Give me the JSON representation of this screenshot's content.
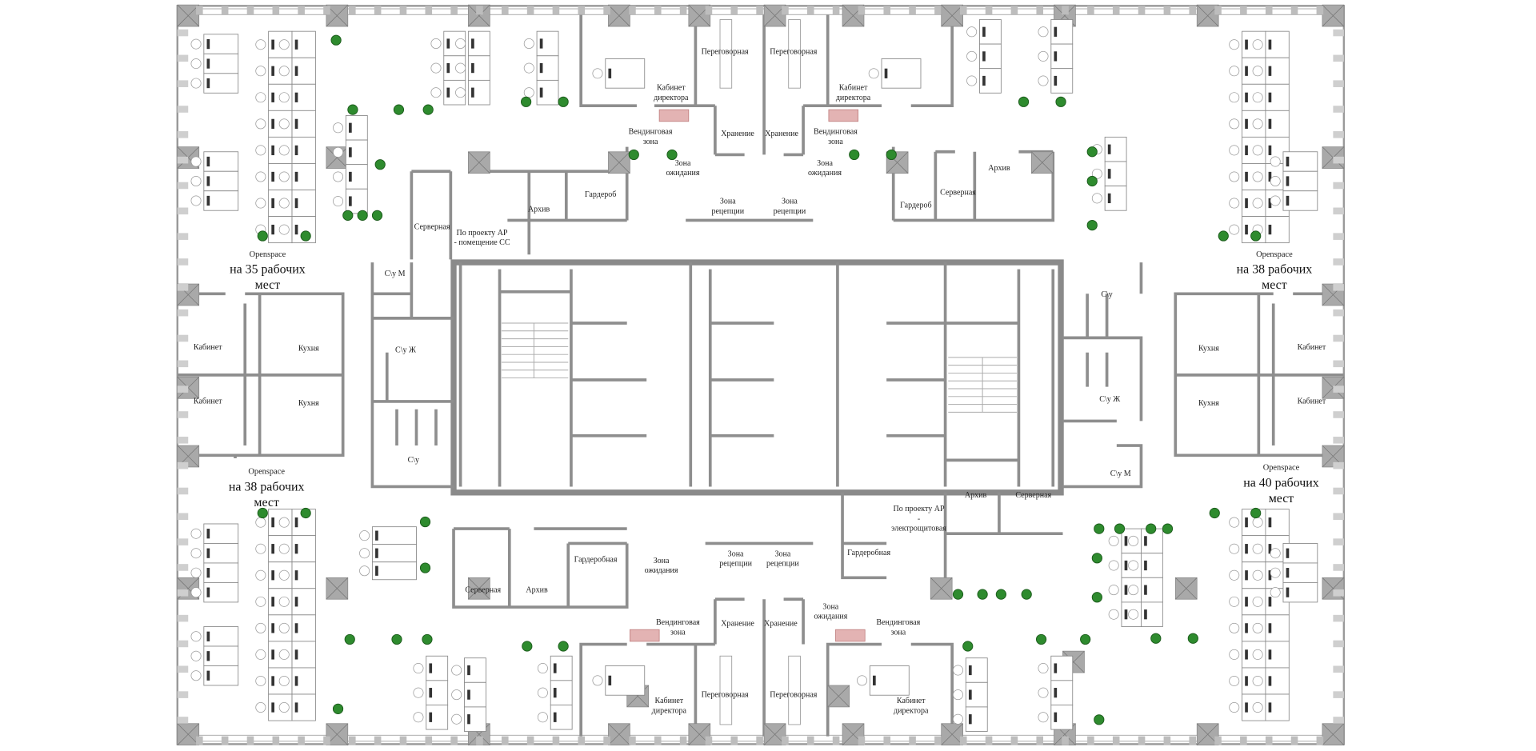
{
  "rooms": [
    [
      "Переговорная"
    ],
    [
      "Переговорная"
    ],
    [
      "Кабинет",
      "директора"
    ],
    [
      "Кабинет",
      "директора"
    ],
    [
      "Вендинговая",
      "зона"
    ],
    [
      "Вендинговая",
      "зона"
    ],
    [
      "Хранение"
    ],
    [
      "Хранение"
    ],
    [
      "Зона",
      "ожидания"
    ],
    [
      "Зона",
      "ожидания"
    ],
    [
      "Зона",
      "рецепции"
    ],
    [
      "Зона",
      "рецепции"
    ],
    [
      "Гардероб"
    ],
    [
      "Гардероб"
    ],
    [
      "Архив"
    ],
    [
      "Архив"
    ],
    [
      "Серверная"
    ],
    [
      "Серверная"
    ],
    [
      "По проекту АР",
      "- помещение СС"
    ],
    [
      "С\\у М"
    ],
    [
      "С\\у Ж"
    ],
    [
      "С\\у"
    ],
    [
      "С\\у"
    ],
    [
      "С\\у Ж"
    ],
    [
      "С\\у М"
    ],
    [
      "Кабинет"
    ],
    [
      "Кабинет"
    ],
    [
      "Кабинет"
    ],
    [
      "Кабинет"
    ],
    [
      "Кухня"
    ],
    [
      "Кухня"
    ],
    [
      "Кухня"
    ],
    [
      "Кухня"
    ],
    [
      "По проекту АР",
      "-",
      "электрощитовая"
    ],
    [
      "Архив"
    ],
    [
      "Серверная"
    ],
    [
      "Гардеробная"
    ],
    [
      "Гардеробная"
    ],
    [
      "Зона",
      "рецепции"
    ],
    [
      "Зона",
      "рецепции"
    ],
    [
      "Зона",
      "ожидания"
    ],
    [
      "Серверная"
    ],
    [
      "Архив"
    ],
    [
      "Зона",
      "ожидания"
    ],
    [
      "Хранение"
    ],
    [
      "Хранение"
    ],
    [
      "Вендинговая",
      "зона"
    ],
    [
      "Вендинговая",
      "зона"
    ],
    [
      "Переговорная"
    ],
    [
      "Переговорная"
    ],
    [
      "Кабинет",
      "директора"
    ],
    [
      "Кабинет",
      "директора"
    ]
  ],
  "openspaces": [
    {
      "title": "Openspace",
      "capacity": [
        "на 35 рабочих",
        "мест"
      ]
    },
    {
      "title": "Openspace",
      "capacity": [
        "на 38 рабочих",
        "мест"
      ]
    },
    {
      "title": "Openspace",
      "capacity": [
        "на 38 рабочих",
        "мест"
      ]
    },
    {
      "title": "Openspace",
      "capacity": [
        "на 40 рабочих",
        "мест"
      ]
    }
  ],
  "colors": {
    "wall": "#8e8e8e",
    "column": "#a9a9a9",
    "plant": "#2e8b2e",
    "vending": "#e3b3b3",
    "glass": "#3a3aa0"
  }
}
